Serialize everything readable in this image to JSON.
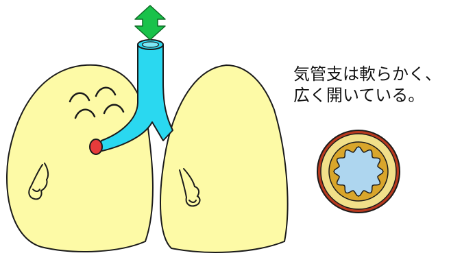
{
  "caption": {
    "line1": "気管支は軟らかく、",
    "line2": "広く開いている。"
  },
  "colors": {
    "lung_fill": "#fdfaa6",
    "outline": "#1a1a1a",
    "bronchus": "#2ad8f0",
    "arrow": "#19c24a",
    "mouth": "#e63b3b",
    "lumen": "#aed6ef",
    "wall_outer": "#b93a1f",
    "wall_ring": "#f1e08a",
    "wall_mucosa": "#d9a62b"
  },
  "icons": [
    "double-arrow-icon",
    "lung-character",
    "bronchus-cross-section"
  ]
}
